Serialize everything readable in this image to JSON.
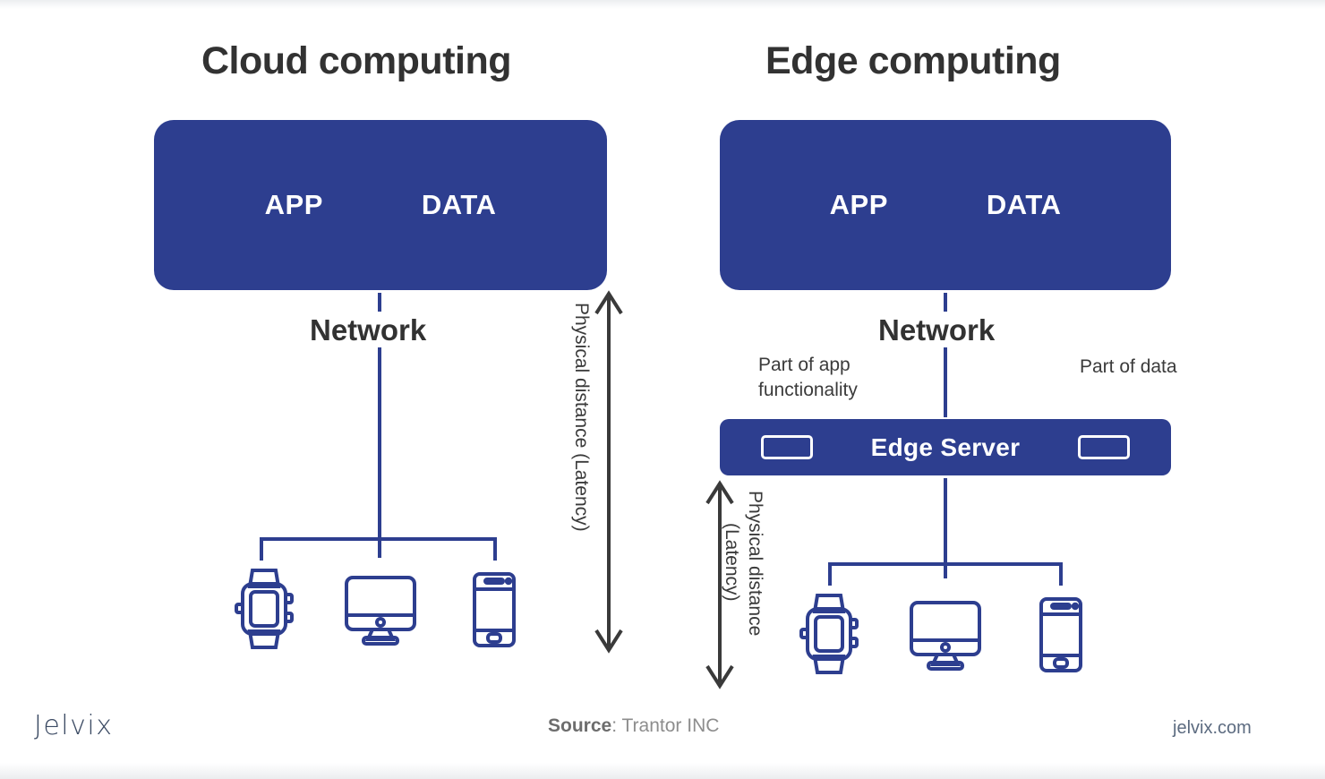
{
  "panels": {
    "cloud": {
      "title": "Cloud computing",
      "app_label": "APP",
      "data_label": "DATA",
      "network_label": "Network",
      "arrow_label": "Physical distance (Latency)",
      "devices": [
        "smartwatch-icon",
        "desktop-monitor-icon",
        "smartphone-icon"
      ]
    },
    "edge": {
      "title": "Edge computing",
      "app_label": "APP",
      "data_label": "DATA",
      "network_label": "Network",
      "note_app": "Part of app functionality",
      "note_data": "Part of data",
      "server_label": "Edge Server",
      "arrow_label_line1": "Physical distance",
      "arrow_label_line2": "(Latency)",
      "devices": [
        "smartwatch-icon",
        "desktop-monitor-icon",
        "smartphone-icon"
      ]
    }
  },
  "footer": {
    "logo": "Jelvix",
    "source_prefix": "Source",
    "source_value": ": Trantor INC",
    "website": "jelvix.com"
  },
  "colors": {
    "brand_blue": "#2d3e8f",
    "title_text": "#323232",
    "body_text": "#3b3b3b",
    "arrow_gray": "#3a3a3a",
    "background": "#ffffff"
  }
}
